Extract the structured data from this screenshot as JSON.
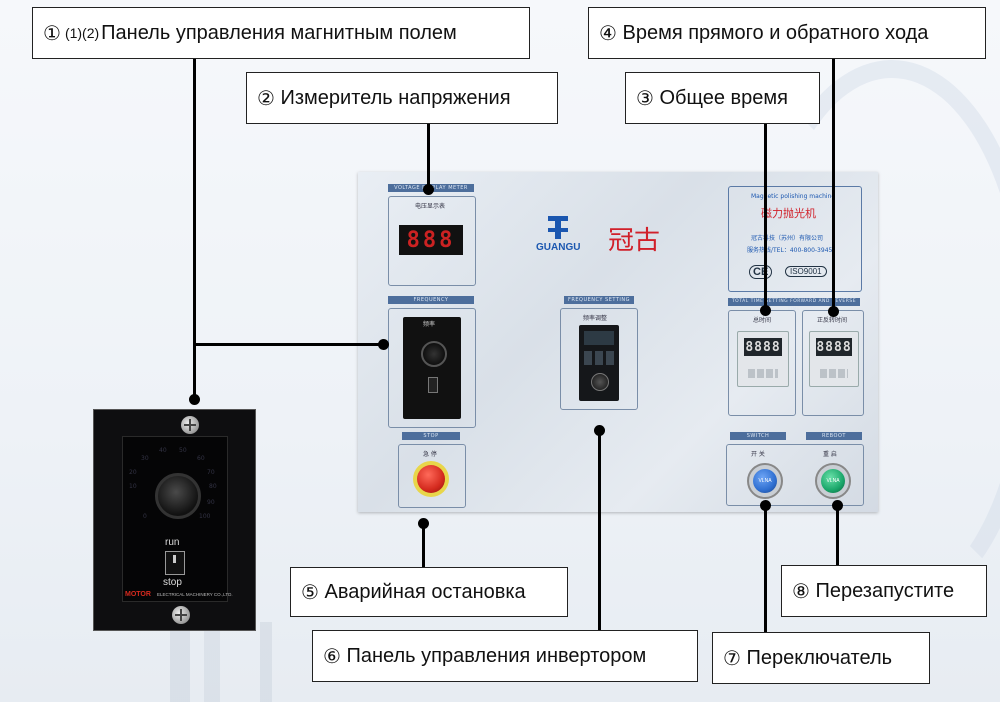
{
  "labels": {
    "magnetic_panel": {
      "num": "①",
      "sub": "(1)(2)",
      "text": "Панель управления магнитным полем"
    },
    "voltmeter": {
      "num": "②",
      "text": "Измеритель напряжения"
    },
    "total_time": {
      "num": "③",
      "text": "Общее время"
    },
    "forward_reverse_time": {
      "num": "④",
      "text": "Время прямого и обратного хода"
    },
    "emergency_stop": {
      "num": "⑤",
      "text": "Аварийная остановка"
    },
    "inverter_panel": {
      "num": "⑥",
      "text": "Панель управления инвертором"
    },
    "switch": {
      "num": "⑦",
      "text": "Переключатель"
    },
    "restart": {
      "num": "⑧",
      "text": "Перезапустите"
    }
  },
  "panel": {
    "voltage_strip": "VOLTAGE DISPLAY METER",
    "voltmeter_title": "电压显示表",
    "voltmeter_reading": "888",
    "frequency_strip": "FREQUENCY",
    "frequency_title": "频率",
    "stop_strip": "STOP",
    "stop_title": "急 停",
    "brand_latin": "GUANGU",
    "brand_cn": "冠古",
    "inverter_strip": "FREQUENCY SETTING",
    "inverter_title": "频率调整",
    "nameplate_en": "Magnetic polishing machine",
    "nameplate_cn": "磁力抛光机",
    "nameplate_company": "冠古科技（苏州）有限公司",
    "nameplate_tel": "服务热线/TEL：400-800-3945",
    "nameplate_ce": "CE",
    "nameplate_iso": "ISO9001",
    "timer_strip": "TOTAL TIME SETTING     FORWARD AND REVERSE TIME",
    "timer_total_title": "总时间",
    "timer_fr_title": "正反转时间",
    "timer_reading": "8888",
    "switch_strip": "SWITCH",
    "switch_title": "开 关",
    "restart_strip": "REBOOT",
    "restart_title": "重 启",
    "button_brand": "VLNA"
  },
  "inset": {
    "dial_scale": [
      "10",
      "20",
      "30",
      "40",
      "50",
      "60",
      "70",
      "80",
      "90",
      "100",
      "0"
    ],
    "run": "run",
    "stop": "stop",
    "brand": "MOTOR",
    "maker": "ELECTRICAL MACHINERY CO.,LTD."
  },
  "colors": {
    "strip": "#4d6e9c",
    "switch_button": "#2f6fd1",
    "restart_button": "#1aa66a",
    "stop_button": "#d42a1e"
  }
}
